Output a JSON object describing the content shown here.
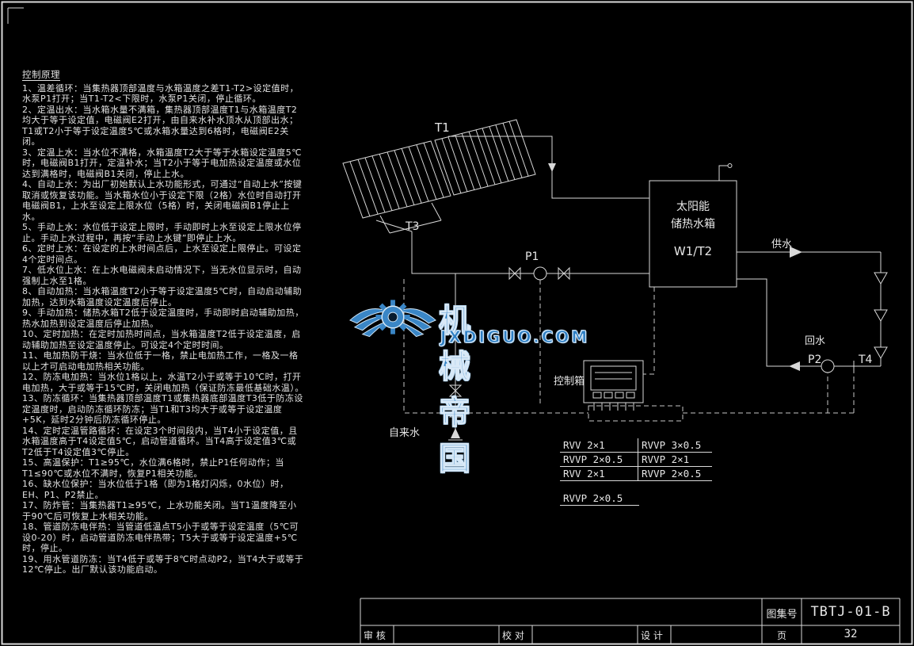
{
  "page": {
    "background": "#000000",
    "line_color": "#d9d9d9"
  },
  "principles": {
    "title": "控制原理",
    "items": [
      "1、温差循环：当集热器顶部温度与水箱温度之差T1-T2>设定值时，水泵P1打开；当T1-T2<下限时，水泵P1关闭，停止循环。",
      "2、定温出水：当水箱水量不满箱，集热器顶部温度T1与水箱温度T2均大于等于设定值，电磁阀E2打开，由自来水补水顶水从顶部出水；T1或T2小于等于设定温度5℃或水箱水量达到6格时，电磁阀E2关闭。",
      "3、定温上水：当水位不满格，水箱温度T2大于等于水箱设定温度5℃时，电磁阀B1打开，定温补水；当T2小于等于电加热设定温度或水位达到满格时，电磁阀B1关闭，停止上水。",
      "4、自动上水：为出厂初始默认上水功能形式，可通过“自动上水”按键取消或恢复该功能。当水箱水位小于设定下限（2格）水位时自动打开电磁阀B1，上水至设定上限水位（5格）时，关闭电磁阀B1停止上水。",
      "5、手动上水：水位低于设定上限时，手动即时上水至设定上限水位停止。手动上水过程中，再按“手动上水键”即停止上水。",
      "6、定时上水：在设定的上水时间点后，上水至设定上限停止。可设定4个定时间点。",
      "7、低水位上水：在上水电磁阀未启动情况下，当无水位显示时，自动强制上水至1格。",
      "8、自动加热：当水箱温度T2小于等于设定温度5℃时，自动启动辅助加热，达到水箱温度设定温度后停止。",
      "9、手动加热：储热水箱T2低于设定温度时，手动即时启动辅助加热，热水加热到设定温度后停止加热。",
      "10、定时加热：在定时加热时间点，当水箱温度T2低于设定温度，启动辅助加热至设定温度停止。可设定4个定时时间。",
      "11、电加热防干烧：当水位低于一格，禁止电加热工作，一格及一格以上才可启动电加热相关功能。",
      "12、防冻电加热：当水位1格以上，水温T2小于或等于10℃时，打开电加热，大于或等于15℃时，关闭电加热（保证防冻最低基础水温）。",
      "13、防冻循环：当集热器顶部温度T1或集热器底部温度T3低于防冻设定温度时，启动防冻循环防冻；当T1和T3均大于或等于设定温度+5K，延时2分钟后防冻循环停止。",
      "14、定时定温管路循环：在设定3个时间段内，当T4小于设定值，且水箱温度高于T4设定值5℃，启动管道循环。当T4高于设定值3℃或T2低于T4设定值3℃停止。",
      "15、高温保护：T1≥95℃，水位满6格时，禁止P1任何动作；当T1≤90℃或水位不满时，恢复P1相关功能。",
      "16、缺水位保护：当水位低于1格（即为1格灯闪烁，0水位）时，EH、P1、P2禁止。",
      "17、防炸管：当集热器T1≥95℃，上水功能关闭。当T1温度降至小于90℃后可恢复上水相关功能。",
      "18、管道防冻电伴热：当管道低温点T5小于或等于设定温度（5℃可设0-20）时，启动管道防冻电伴热带；T5大于或等于设定温度+5℃时，停止。",
      "19、用水管道防冻：当T4低于或等于8℃时点动P2，当T4大于或等于12℃停止。出厂默认该功能启动。"
    ]
  },
  "diagram": {
    "labels": {
      "t1": "T1",
      "t3": "T3",
      "p1": "P1",
      "p2": "P2",
      "t4": "T4",
      "tank_name_1": "太阳能",
      "tank_name_2": "储热水箱",
      "tank_code": "W1/T2",
      "supply": "供水",
      "return": "回水",
      "tap_water": "自来水",
      "control_box": "控制箱"
    },
    "cables": {
      "rows": [
        {
          "left": "RVV 2×1",
          "right": "RVVP 3×0.5"
        },
        {
          "left": "RVVP 2×0.5",
          "right": "RVVP 2×1"
        },
        {
          "left": "RVV 2×1",
          "right": "RVVP 2×0.5"
        }
      ],
      "extra": "RVVP 2×0.5"
    }
  },
  "watermark": {
    "brand": "机械帝国",
    "site": "JXDIGUO.COM",
    "color": "#2e7fc4"
  },
  "title_block": {
    "fig_label": "图集号",
    "fig_no": "TBTJ-01-B",
    "page_label": "页",
    "page_no": "32",
    "review": "审 核",
    "proof": "校 对",
    "design": "设 计"
  }
}
